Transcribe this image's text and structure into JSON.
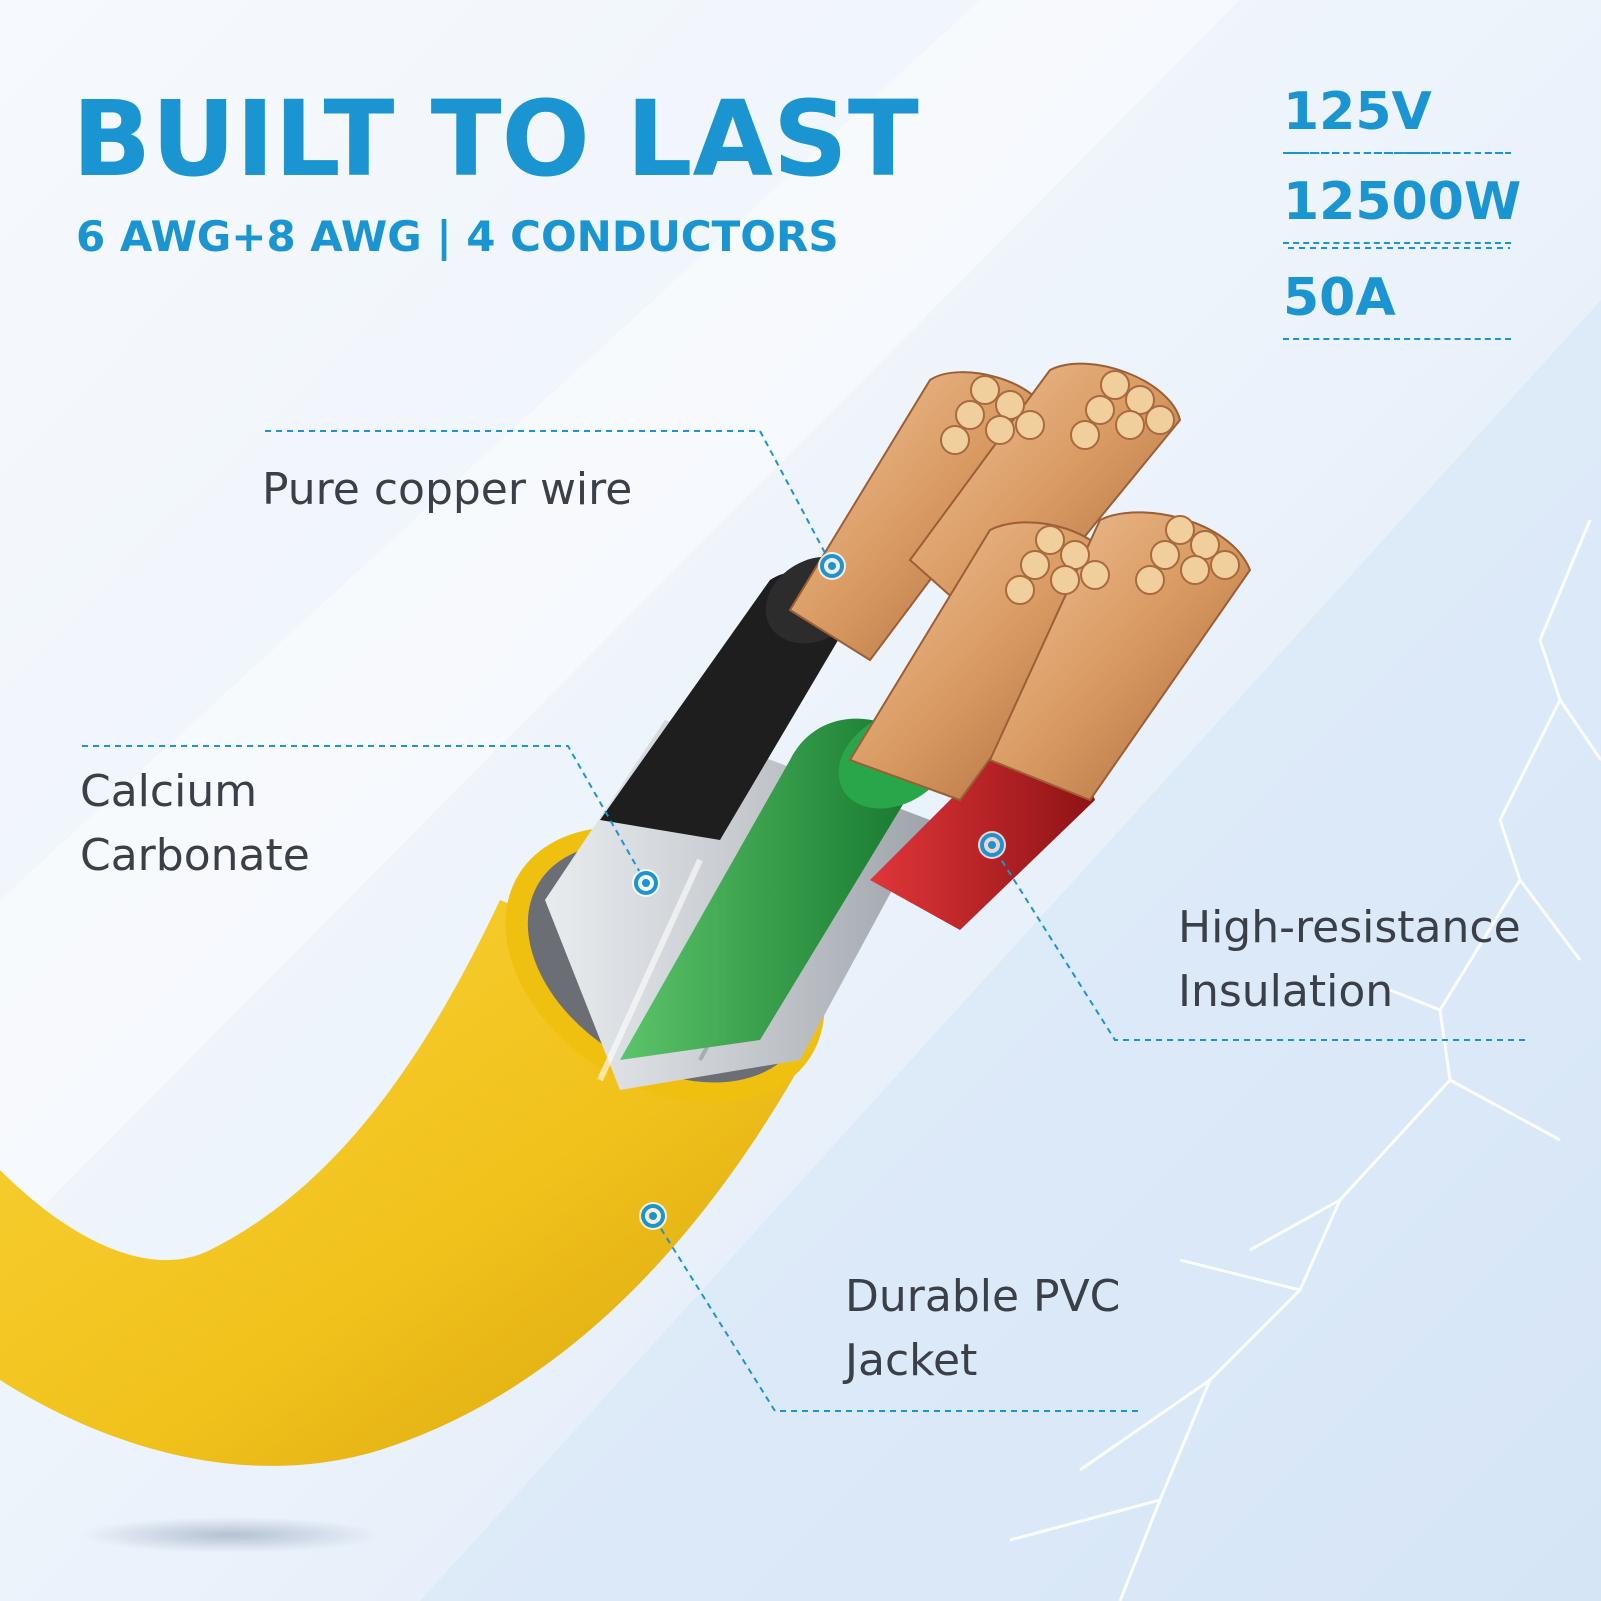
{
  "header": {
    "title": "BUILT TO LAST",
    "subtitle": "6 AWG+8 AWG | 4 CONDUCTORS"
  },
  "specs": [
    "125V",
    "12500W",
    "50A"
  ],
  "callouts": {
    "copper": {
      "lines": [
        "Pure copper wire"
      ]
    },
    "calcium": {
      "lines": [
        "Calcium",
        "Carbonate"
      ]
    },
    "insulation": {
      "lines": [
        "High-resistance",
        "Insulation"
      ]
    },
    "jacket": {
      "lines": [
        "Durable PVC",
        "Jacket"
      ]
    }
  },
  "colors": {
    "accent": "#1b95d2",
    "jacket": "#f2c21c",
    "wire_black": "#1e1e1e",
    "wire_green": "#1f9a3c",
    "wire_red": "#c01e20",
    "copper": "#d99a62"
  },
  "icons": {
    "pointer": "target-dot-icon",
    "background": "lightning-icon"
  }
}
